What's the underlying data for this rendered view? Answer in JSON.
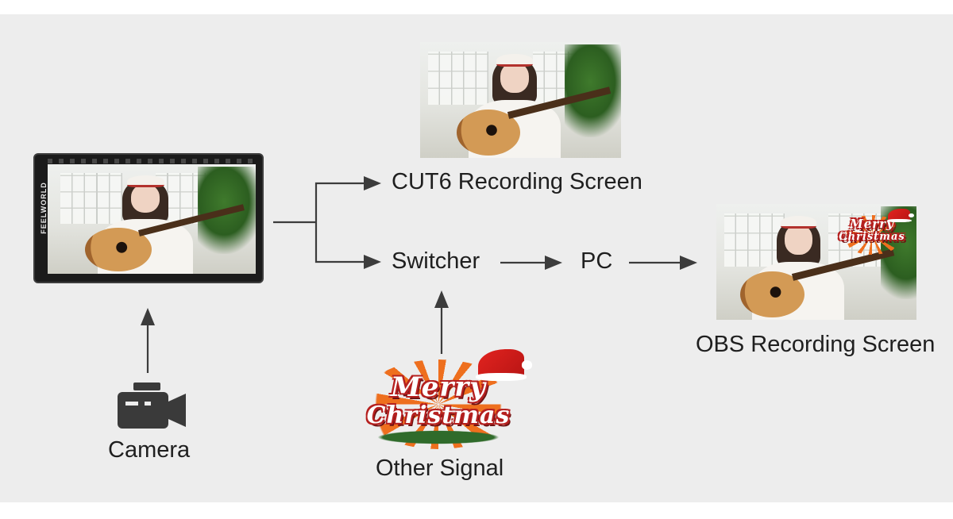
{
  "brand": "FEELWORLD",
  "labels": {
    "cut6": "CUT6 Recording Screen",
    "switcher": "Switcher",
    "pc": "PC",
    "obs": "OBS Recording Screen",
    "camera": "Camera",
    "other_signal": "Other Signal"
  },
  "xmas_badge": {
    "line1": "Merry",
    "line2": "Christmas"
  },
  "colors": {
    "background": "#ededed",
    "arrow": "#3c3c3c",
    "text": "#1f1f1f",
    "burst": "#ee6f1e",
    "hat": "#e2231f"
  },
  "icons": [
    "video-camera-icon",
    "santa-hat-icon"
  ]
}
